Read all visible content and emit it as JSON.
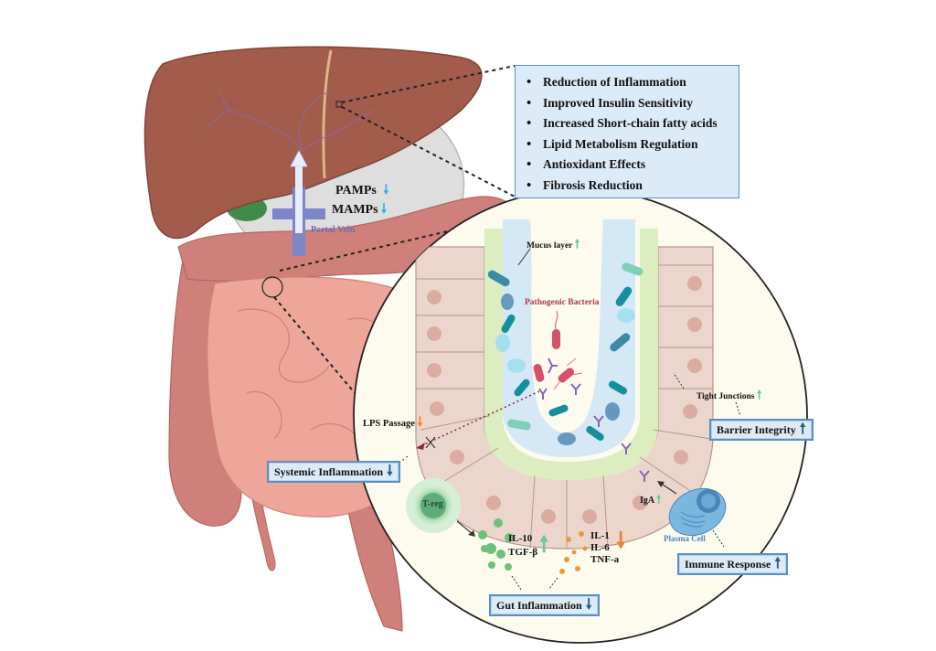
{
  "figure": {
    "type": "biomedical-illustration",
    "topic": "Gut-liver axis effects"
  },
  "benefits_box": {
    "items": [
      "Reduction of Inflammation",
      "Improved Insulin Sensitivity",
      "Increased Short-chain fatty acids",
      "Lipid Metabolism Regulation",
      "Antioxidant Effects",
      "Fibrosis Reduction"
    ]
  },
  "portal": {
    "pamps": "PAMPs",
    "mamps": "MAMPs",
    "pamps_trend": "down",
    "mamps_trend": "down",
    "vein_label": "Portal Vein"
  },
  "gut_zoom": {
    "mucus_label": "Mucus layer",
    "mucus_trend": "up",
    "pathogen_label": "Pathogenic Bacteria",
    "tight_junctions_label": "Tight Junctions",
    "tight_junctions_trend": "up",
    "lps_label": "LPS Passage",
    "lps_trend": "down",
    "treg_label": "T-reg",
    "anti_inflammatory": [
      "IL-10",
      "TGF-β"
    ],
    "anti_inflammatory_trend": "up",
    "pro_inflammatory": [
      "IL-1",
      "IL-6",
      "TNF-a"
    ],
    "pro_inflammatory_trend": "down",
    "iga_label": "IgA",
    "iga_trend": "up",
    "plasma_cell_label": "Plasma Cell"
  },
  "outcome_boxes": {
    "barrier": {
      "label": "Barrier Integrity",
      "trend": "up"
    },
    "systemic": {
      "label": "Systemic Inflammation",
      "trend": "down"
    },
    "gut": {
      "label": "Gut Inflammation",
      "trend": "down"
    },
    "immune": {
      "label": "Immune Response",
      "trend": "up"
    }
  },
  "colors": {
    "liver": "#a35c4c",
    "colon": "#d0807a",
    "small_intestine": "#eea69b",
    "portal_vein": "#7d86c8",
    "box_fill": "#dcebf8",
    "box_border": "#5b8fc4",
    "arrow_up_green": "#6cc4a4",
    "arrow_down_orange": "#e8862a",
    "arrow_dark_blue": "#2e5e80",
    "arrow_cyan": "#25b4e4",
    "pathogen_text": "#b0354a",
    "plasma_text": "#4a86b8",
    "portal_text": "#6a70b8"
  }
}
